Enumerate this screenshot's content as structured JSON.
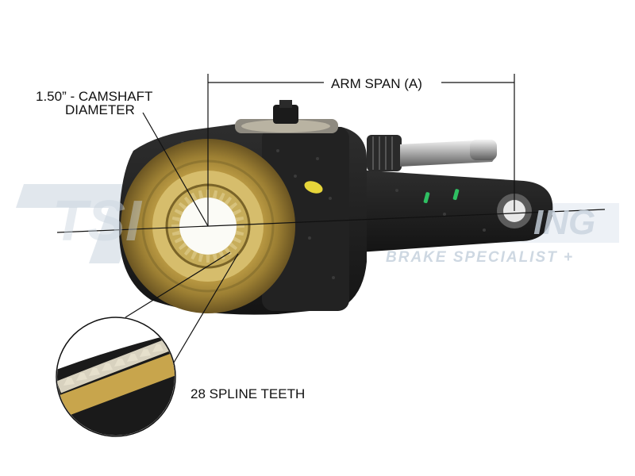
{
  "labels": {
    "camshaft_line1": "1.50” - CAMSHAFT",
    "camshaft_line2": "DIAMETER",
    "arm_span": "ARM SPAN (A)",
    "spline_teeth": "28 SPLINE TEETH"
  },
  "watermark": {
    "logo_text": "TSI",
    "tagline": "BRAKE SPECIALIST +",
    "suffix": "ING"
  },
  "colors": {
    "body_black": "#1c1c1c",
    "ring_brass": "#c9a94a",
    "watermark": "#c9d4df",
    "line": "#111111"
  }
}
